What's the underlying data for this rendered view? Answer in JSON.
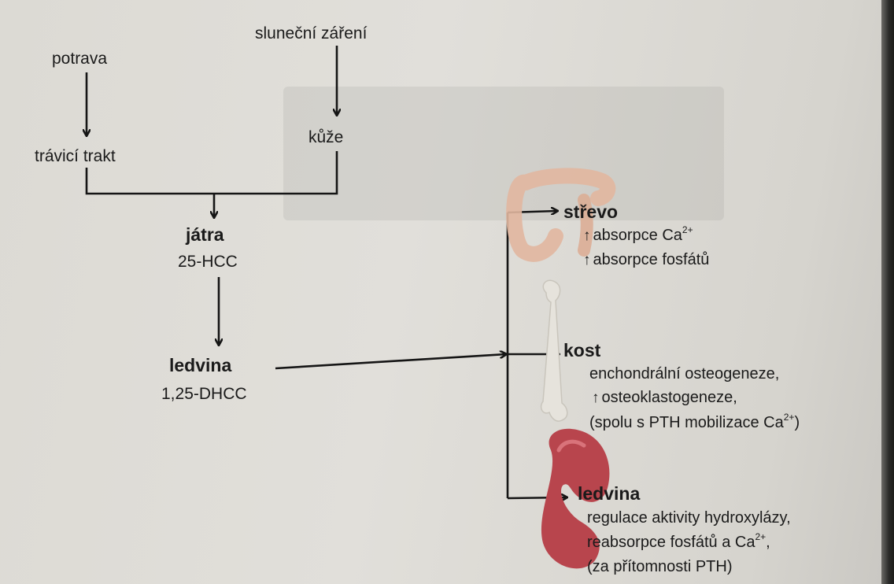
{
  "sources": {
    "food": "potrava",
    "sunlight": "sluneční záření",
    "gi_tract": "trávicí trakt",
    "skin": "kůže"
  },
  "liver": {
    "title": "játra",
    "compound": "25-HCC"
  },
  "kidney_source": {
    "title": "ledvina",
    "compound": "1,25-DHCC"
  },
  "targets": {
    "intestine": {
      "title": "střevo",
      "line1_prefix": "absorpce Ca",
      "line1_sup": "2+",
      "line2": "absorpce fosfátů"
    },
    "bone": {
      "title": "kost",
      "line1": "enchondrální osteogeneze,",
      "line2": "osteoklastogeneze,",
      "line3_prefix": "(spolu s PTH mobilizace Ca",
      "line3_sup": "2+",
      "line3_suffix": ")"
    },
    "kidney": {
      "title": "ledvina",
      "line1": "regulace aktivity hydroxylázy,",
      "line2_prefix": "reabsorpce fosfátů a Ca",
      "line2_sup": "2+",
      "line2_suffix": ",",
      "line3": "(za přítomnosti PTH)"
    }
  },
  "symbols": {
    "increase": "↑"
  },
  "icons": [
    "intestine-icon",
    "bone-icon",
    "kidney-icon"
  ],
  "colors": {
    "arrow": "#151515",
    "text": "#1a1a1a",
    "kidney": "#b8454d",
    "intestine": "#e2b7a0",
    "bone": "#e6e3dc"
  }
}
